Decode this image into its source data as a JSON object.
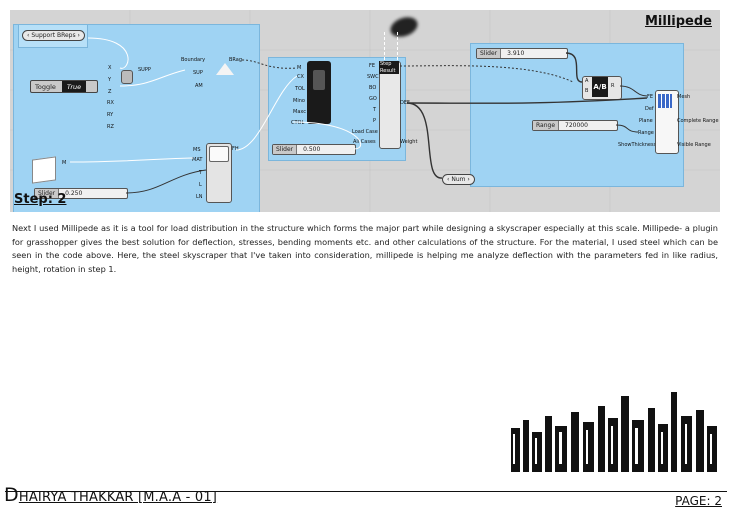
{
  "canvas": {
    "title": "Millipede",
    "step_label": "Step: 2",
    "groups": {
      "support": {
        "pill_label": "Support BReps",
        "toggle": {
          "name": "Toggle",
          "value": "True"
        },
        "axes": [
          "X",
          "Y",
          "Z",
          "RX",
          "RY",
          "RZ"
        ],
        "supp_label": "SUPP",
        "boundary_label": "Boundary",
        "brag_label": "BRag",
        "sup_label": "SUP",
        "am_label": "AM",
        "slider": {
          "name": "Slider",
          "value": "0.250"
        },
        "m_label": "M",
        "inputs": [
          "MS",
          "MAT",
          "T",
          "L",
          "LN"
        ],
        "out_label": "FH"
      },
      "analysis": {
        "inputs": [
          "M",
          "CX",
          "TOL",
          "Mino",
          "Maxc",
          "CTOL"
        ],
        "slider": {
          "name": "Slider",
          "value": "0.500"
        },
        "outputs": [
          "FE",
          "SWC",
          "BO",
          "GO",
          "T",
          "P",
          "Load Case",
          "All Cases"
        ],
        "panel_top": [
          "Step",
          "Result"
        ],
        "def_label": "DEF",
        "weight_label": "Weight"
      },
      "display": {
        "slider": {
          "name": "Slider",
          "value": "3.910"
        },
        "ab": {
          "a": "A",
          "b": "B",
          "op": "A/B",
          "r": "R"
        },
        "range_slider": {
          "name": "Range",
          "value": "720000"
        },
        "inputs": [
          "FE",
          "Def",
          "Plane",
          "Range",
          "ShowThickness"
        ],
        "outputs": [
          "Mesh",
          "Complete Range",
          "Visible Range"
        ]
      }
    },
    "num_label": "Num"
  },
  "paragraph": "Next I used Millipede as it is a tool for load distribution in the structure which forms the major part while designing a skyscraper especially at this scale. Millipede- a plugin for grasshopper gives the best solution for deflection, stresses, bending moments etc. and other calculations of the structure. For the material, I used steel which can be seen in the code above. Here, the steel skyscraper that I've taken into consideration, millipede is helping me analyze deflection with the parameters fed in like radius, height, rotation in step 1.",
  "footer": {
    "name_first": "D",
    "name_rest": "HAIRYA THAKKAR  [M.A.A - 01]",
    "page": "PAGE: 2"
  }
}
